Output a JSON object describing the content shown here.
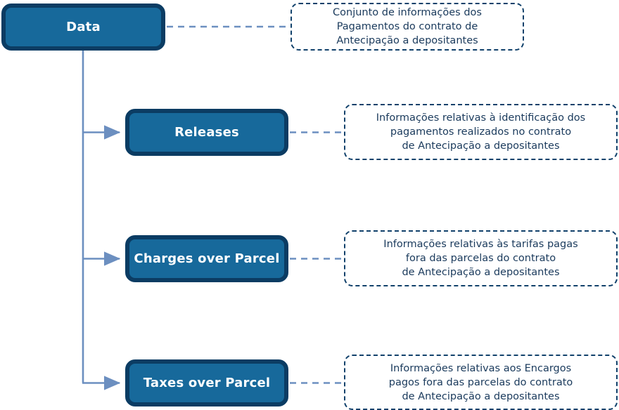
{
  "diagram": {
    "title": "Data hierarchy with descriptions",
    "colors": {
      "node_fill": "#17699b",
      "node_border": "#0b3c63",
      "node_text": "#ffffff",
      "connector": "#6c8fc0",
      "note_border": "#11416b",
      "note_text": "#1a3a5c",
      "background": "#ffffff"
    },
    "root": {
      "label": "Data",
      "note": "Conjunto de informações dos\nPagamentos do contrato de\nAntecipação a depositantes"
    },
    "children": [
      {
        "label": "Releases",
        "note": "Informações relativas à identificação dos\npagamentos realizados no contrato\nde Antecipação a depositantes"
      },
      {
        "label": "Charges over Parcel",
        "note": "Informações relativas às tarifas pagas\nfora das parcelas do contrato\nde Antecipação a depositantes"
      },
      {
        "label": "Taxes over Parcel",
        "note": "Informações relativas aos Encargos\npagos fora das parcelas do contrato\nde Antecipação a depositantes"
      }
    ]
  }
}
